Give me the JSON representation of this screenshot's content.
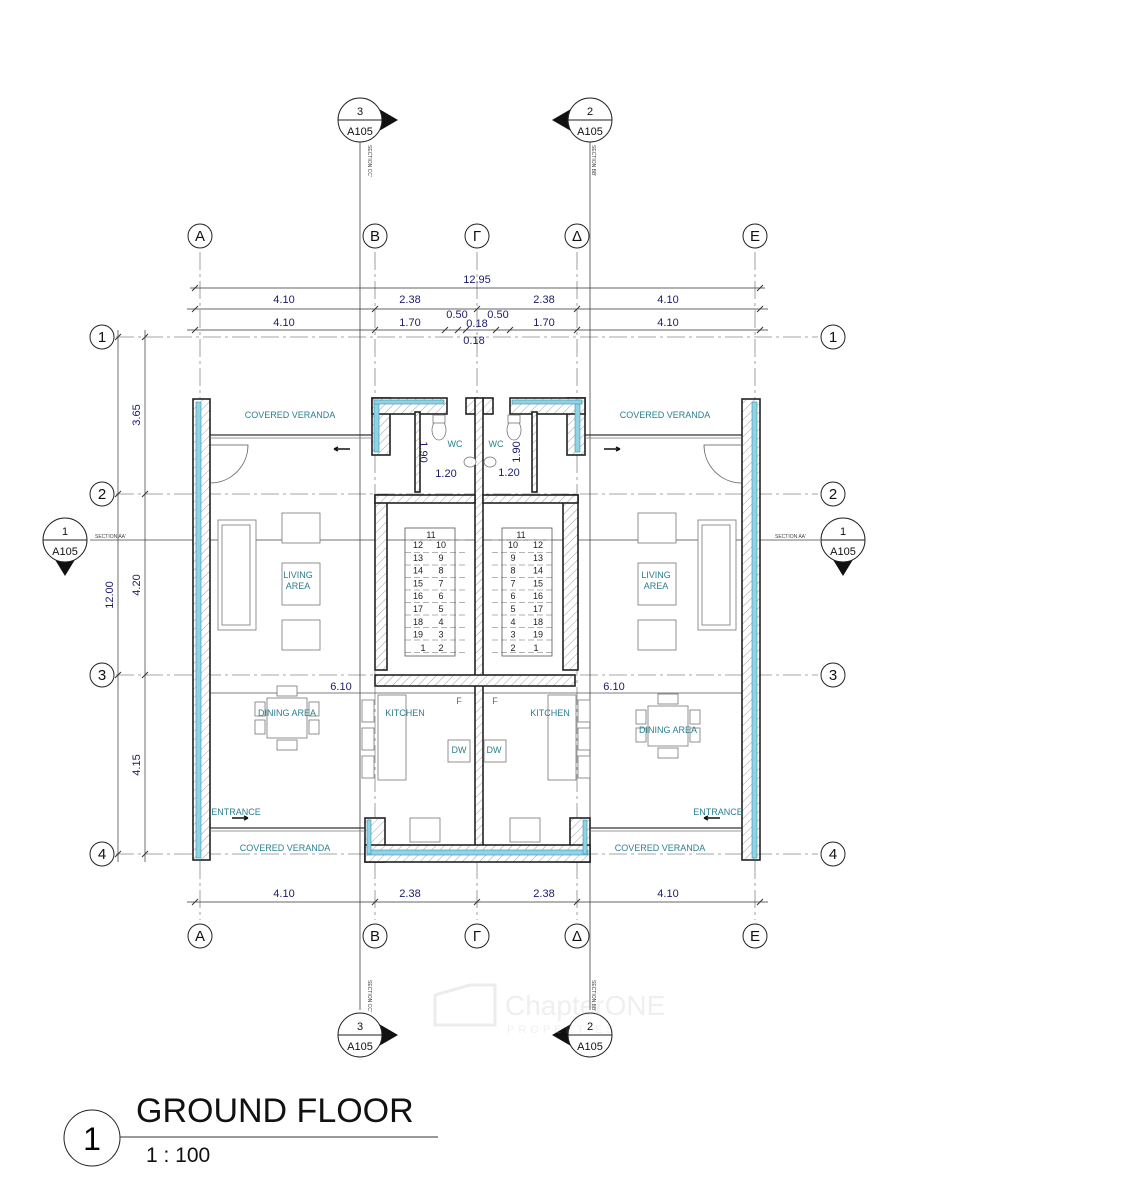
{
  "title": {
    "number": "1",
    "name": "GROUND FLOOR",
    "scale": "1 : 100"
  },
  "grid": {
    "columns": [
      "Α",
      "Β",
      "Γ",
      "Δ",
      "Ε"
    ],
    "rows": [
      "1",
      "2",
      "3",
      "4"
    ]
  },
  "sections": {
    "cc": {
      "number": "3",
      "sheet": "A105",
      "label": "SECTION CC'"
    },
    "bb": {
      "number": "2",
      "sheet": "A105",
      "label": "SECTION BB'"
    },
    "aa": {
      "number": "1",
      "sheet": "A105",
      "label": "SECTION AA'"
    }
  },
  "dimensions": {
    "overall": "12.95",
    "row1": [
      "4.10",
      "2.38",
      "2.38",
      "4.10"
    ],
    "row2": [
      "4.10",
      "1.70",
      "0.50",
      "0.18",
      "0.50",
      "1.70",
      "4.10"
    ],
    "row2_extra": "0.18",
    "vertical": [
      "3.65",
      "4.20",
      "4.15"
    ],
    "vertical_total": "12.00",
    "bottom": [
      "4.10",
      "2.38",
      "2.38",
      "4.10"
    ],
    "wc": [
      "1.90",
      "1.20",
      "1.90",
      "1.20"
    ],
    "interior": [
      "6.10",
      "6.10"
    ]
  },
  "rooms": {
    "veranda": "COVERED VERANDA",
    "wc": "WC",
    "living": [
      "LIVING",
      "AREA"
    ],
    "dining": "DINING AREA",
    "kitchen": "KITCHEN",
    "fridge": "F",
    "dishwasher": "DW",
    "entrance": "ENTRANCE"
  },
  "stairs": {
    "left": {
      "top": "11",
      "col_a": [
        "12",
        "13",
        "14",
        "15",
        "16",
        "17",
        "18",
        "19"
      ],
      "col_b": [
        "10",
        "9",
        "8",
        "7",
        "6",
        "5",
        "4",
        "3"
      ],
      "bottom": [
        "1",
        "2"
      ]
    },
    "right": {
      "top": "11",
      "col_a": [
        "10",
        "9",
        "8",
        "7",
        "6",
        "5",
        "4",
        "3"
      ],
      "col_b": [
        "12",
        "13",
        "14",
        "15",
        "16",
        "17",
        "18",
        "19"
      ],
      "bottom": [
        "2",
        "1"
      ]
    }
  },
  "watermark": {
    "brand": "ChapterONE",
    "sub": "PROPERTIES"
  },
  "colors": {
    "insulation": "#8fd3e6",
    "dimension_text": "#1a1a6e",
    "room_text": "#2a7f8f"
  }
}
